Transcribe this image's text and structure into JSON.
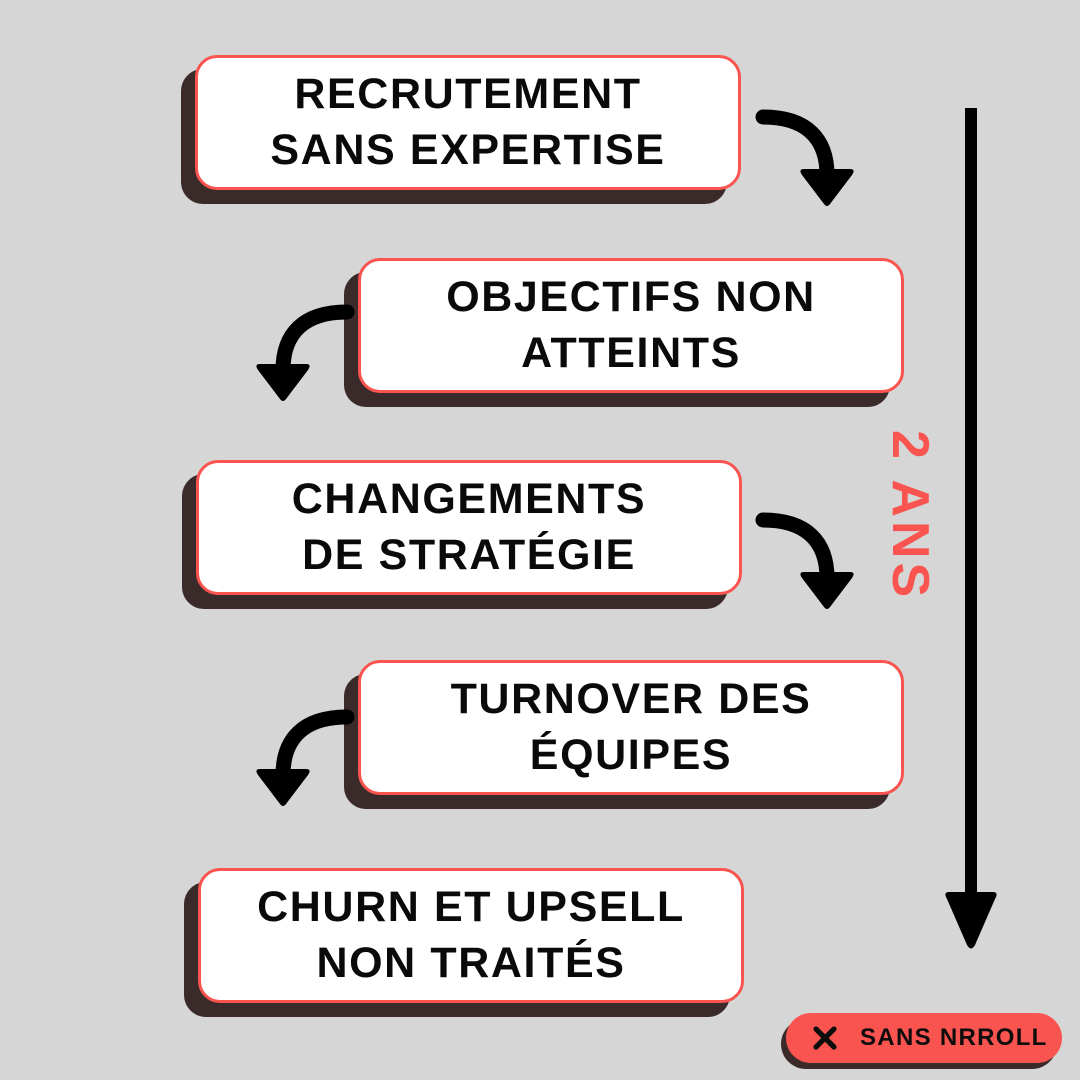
{
  "background_color": "#d6d6d6",
  "accent_color": "#f9544f",
  "shadow_color": "#3a2a2a",
  "text_color": "#0a0a0a",
  "steps": [
    {
      "id": "step-1",
      "line1": "RECRUTEMENT",
      "line2": "SANS EXPERTISE",
      "label": "RECRUTEMENT\nSANS EXPERTISE",
      "align": "left"
    },
    {
      "id": "step-2",
      "line1": "OBJECTIFS NON",
      "line2": "ATTEINTS",
      "label": "OBJECTIFS NON\nATTEINTS",
      "align": "right"
    },
    {
      "id": "step-3",
      "line1": "CHANGEMENTS",
      "line2": "DE STRATÉGIE",
      "label": "CHANGEMENTS\nDE STRATÉGIE",
      "align": "left"
    },
    {
      "id": "step-4",
      "line1": "TURNOVER DES",
      "line2": "ÉQUIPES",
      "label": "TURNOVER DES\nÉQUIPES",
      "align": "right"
    },
    {
      "id": "step-5",
      "line1": "CHURN ET UPSELL",
      "line2": "NON TRAITÉS",
      "label": "CHURN ET UPSELL\nNON TRAITÉS",
      "align": "left"
    }
  ],
  "connectors": [
    {
      "id": "connector-1",
      "direction": "right-down",
      "icon": "curved-arrow-right-down-icon"
    },
    {
      "id": "connector-2",
      "direction": "left-down",
      "icon": "curved-arrow-left-down-icon"
    },
    {
      "id": "connector-3",
      "direction": "right-down",
      "icon": "curved-arrow-right-down-icon"
    },
    {
      "id": "connector-4",
      "direction": "left-down",
      "icon": "curved-arrow-left-down-icon"
    }
  ],
  "timeline": {
    "label": "2 ANS",
    "color": "#f9544f",
    "line_color": "#000000",
    "arrow_icon": "arrow-down-icon"
  },
  "badge": {
    "text": "SANS NRROLL",
    "icon": "x-mark-icon",
    "background_color": "#f9544f"
  }
}
